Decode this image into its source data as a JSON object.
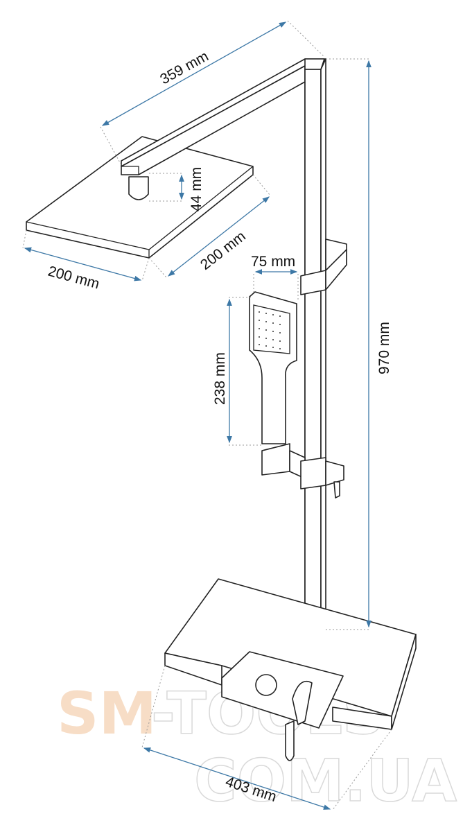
{
  "diagram": {
    "title": "Shower set dimensions",
    "dimensions": {
      "arm_length": "359 mm",
      "connector_height": "44 mm",
      "head_width": "200 mm",
      "head_depth": "200 mm",
      "hand_shower_width": "75 mm",
      "hand_shower_length": "238 mm",
      "column_height": "970 mm",
      "shelf_width": "403 mm"
    },
    "watermark": {
      "line1_a": "SM",
      "line1_b": "-TOOLS",
      "line2": "COM.UA"
    },
    "colors": {
      "dimension": "#3d78a6",
      "watermark_accent": "#f6d8bd"
    }
  }
}
